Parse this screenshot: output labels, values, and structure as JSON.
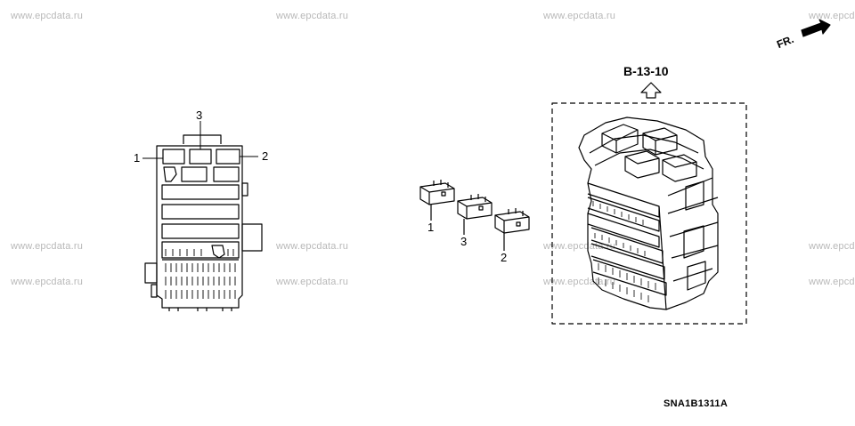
{
  "watermark": "www.epcdata.ru",
  "reference_label": "B-13-10",
  "diagram_code": "SNA1B1311A",
  "direction_label": "FR.",
  "callouts": {
    "left_1": "1",
    "left_2": "2",
    "left_3": "3",
    "relay_1": "1",
    "relay_3": "3",
    "relay_2": "2"
  }
}
